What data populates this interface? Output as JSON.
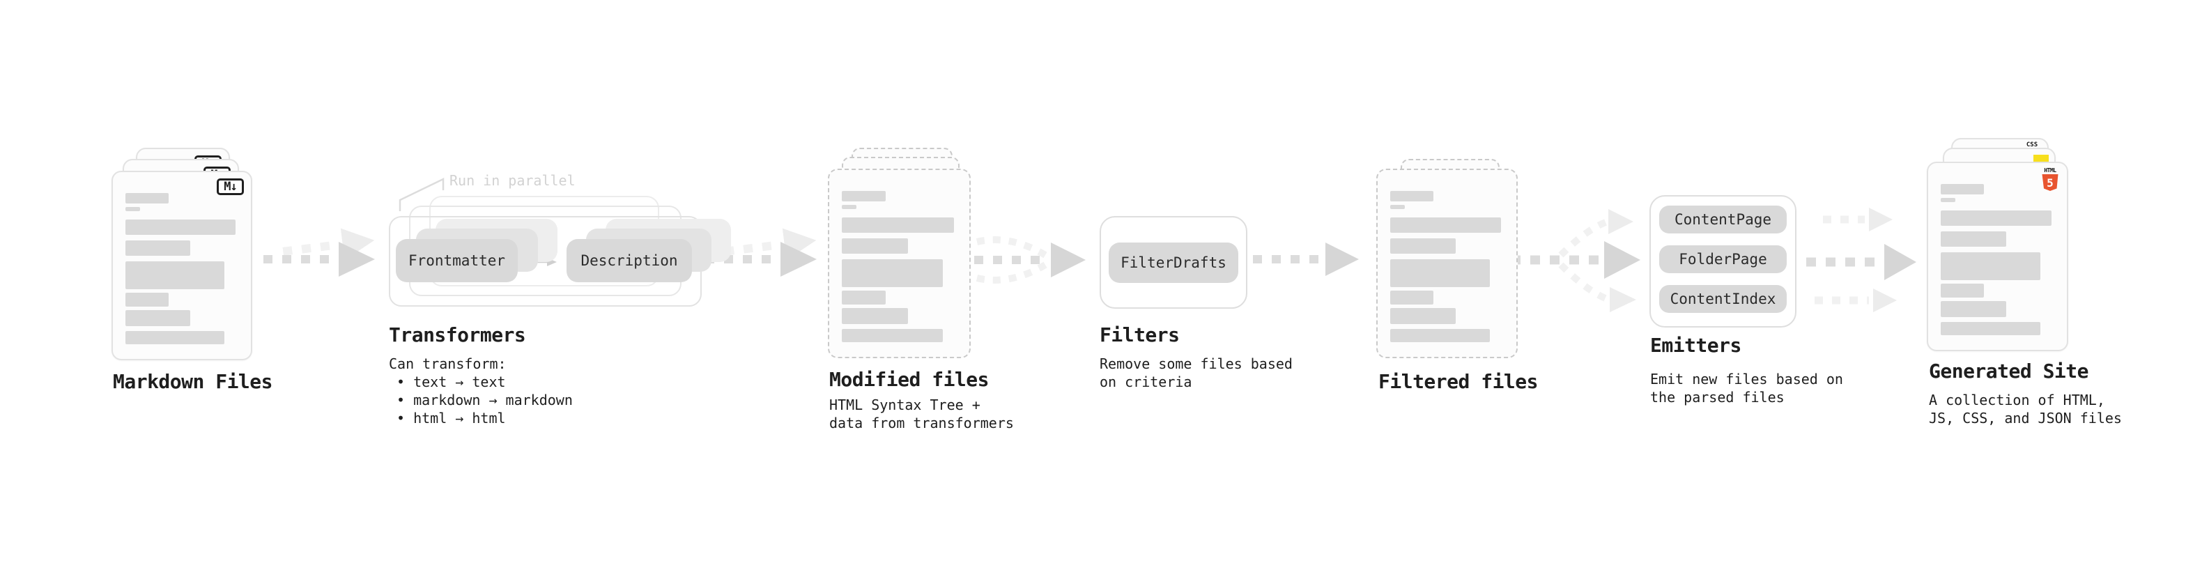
{
  "diagram": {
    "stages": {
      "markdown": {
        "label": "Markdown Files",
        "badge": "M↓"
      },
      "transformers": {
        "label": "Transformers",
        "annotation": "Run in parallel",
        "chip_from": "Frontmatter",
        "chip_to": "Description",
        "desc_lines": [
          "Can transform:",
          "• text → text",
          "• markdown → markdown",
          "• html → html"
        ]
      },
      "modified": {
        "label": "Modified files",
        "desc_lines": [
          "HTML Syntax Tree +",
          "data from transformers"
        ]
      },
      "filters": {
        "label": "Filters",
        "chip": "FilterDrafts",
        "desc_lines": [
          "Remove some files based",
          "on criteria"
        ]
      },
      "filtered": {
        "label": "Filtered files"
      },
      "emitters": {
        "label": "Emitters",
        "chips": [
          "ContentPage",
          "FolderPage",
          "ContentIndex"
        ],
        "desc_lines": [
          "Emit new files based on",
          "the parsed files"
        ]
      },
      "generated": {
        "label": "Generated Site",
        "badge_css": "CSS",
        "badge_html": "HTML",
        "badge_html_number": "5",
        "desc_lines": [
          "A collection of HTML,",
          "JS, CSS, and JSON files"
        ]
      }
    },
    "doc_bars": [
      {
        "w": "39%",
        "h": 15,
        "mt": 0
      },
      {
        "w": "13%",
        "h": 6,
        "mt": 5
      },
      {
        "w": "100%",
        "h": 22,
        "mt": 12
      },
      {
        "w": "59%",
        "h": 22,
        "mt": 8
      },
      {
        "w": "90%",
        "h": 40,
        "mt": 8
      },
      {
        "w": "39%",
        "h": 20,
        "mt": 5
      },
      {
        "w": "59%",
        "h": 23,
        "mt": 5
      },
      {
        "w": "90%",
        "h": 19,
        "mt": 7
      }
    ],
    "colors": {
      "text": "#1e1e1e",
      "bar": "#d9d9d9",
      "chip": "#d9d9d9",
      "chip_mid": "#e3e3e3",
      "chip_back": "#eeeeee",
      "card_border": "#e2e2e2",
      "card_bg": "#fcfcfc",
      "dashed_border": "#c9c9c9",
      "panel_border": "#dedede",
      "arrow": "#dcdcdc",
      "arrow_head": "#d6d6d6",
      "arrow_light": "#f1f1f1",
      "arrow_light_head": "#ececec",
      "annotation": "#d2d2d2",
      "badge_border": "#1f1f1f",
      "js_yellow": "#f7df1e",
      "css_blue": "#2965f1",
      "html5_orange": "#e8542f"
    }
  }
}
